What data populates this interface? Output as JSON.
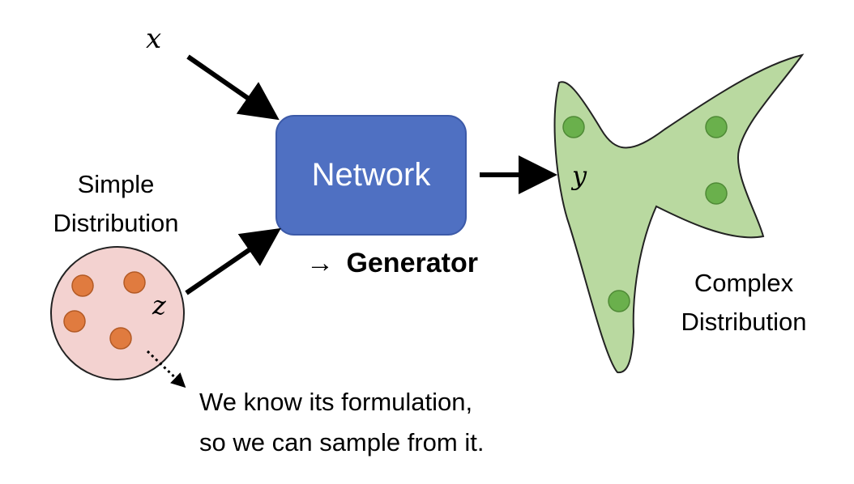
{
  "labels": {
    "x": "x",
    "z": "z",
    "y": "y",
    "network": "Network",
    "generator_arrow": "→",
    "generator": "Generator",
    "simple_line1": "Simple",
    "simple_line2": "Distribution",
    "complex_line1": "Complex",
    "complex_line2": "Distribution",
    "note_line1": "We know its formulation,",
    "note_line2": "so we can sample from it."
  },
  "colors": {
    "network_fill": "#4f70c2",
    "network_border": "#3c5aa8",
    "simple_fill": "#f3d2d0",
    "simple_dot": "#e07b3f",
    "complex_fill": "#b9d9a0",
    "complex_dot": "#6ab04c",
    "arrow": "#000000"
  },
  "icons": {
    "arrow": "right-arrow-icon"
  }
}
